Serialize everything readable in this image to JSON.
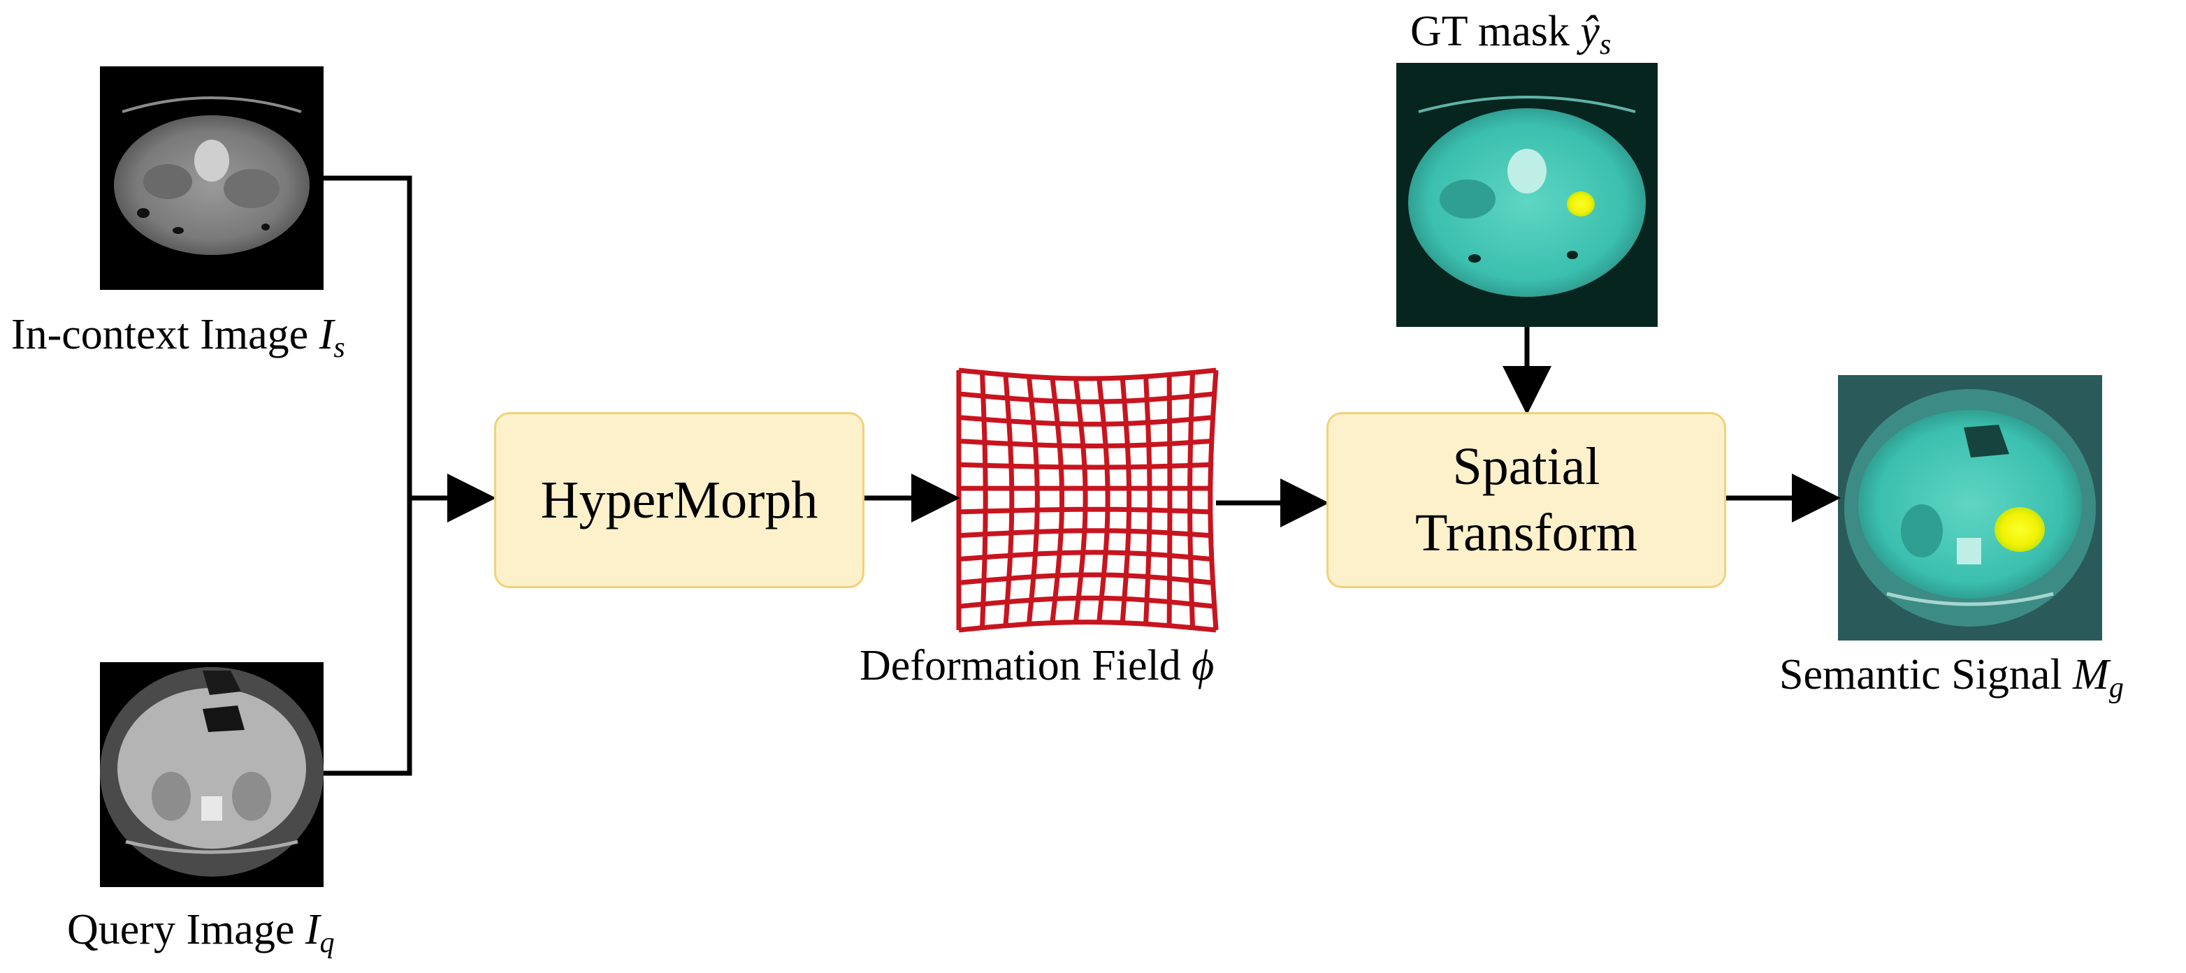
{
  "labels": {
    "incontext_text": "In-context Image ",
    "incontext_var": "I",
    "incontext_sub": "s",
    "query_text": "Query Image ",
    "query_var": "I",
    "query_sub": "q",
    "gtmask_text": "GT mask ",
    "gtmask_var": "ŷ",
    "gtmask_sub": "s",
    "deform_text": "Deformation Field ",
    "deform_var": "ϕ",
    "semantic_text": "Semantic Signal ",
    "semantic_var": "M",
    "semantic_sub": "g"
  },
  "boxes": {
    "hypermorph": "HyperMorph",
    "spatial_line1": "Spatial",
    "spatial_line2": "Transform"
  },
  "colors": {
    "box_fill": "#fdf1cb",
    "box_border": "#f0d27a",
    "grid_lines": "#c8141e",
    "mask_highlight": "#f5f50a",
    "teal_overlay": "#3bbfae"
  }
}
